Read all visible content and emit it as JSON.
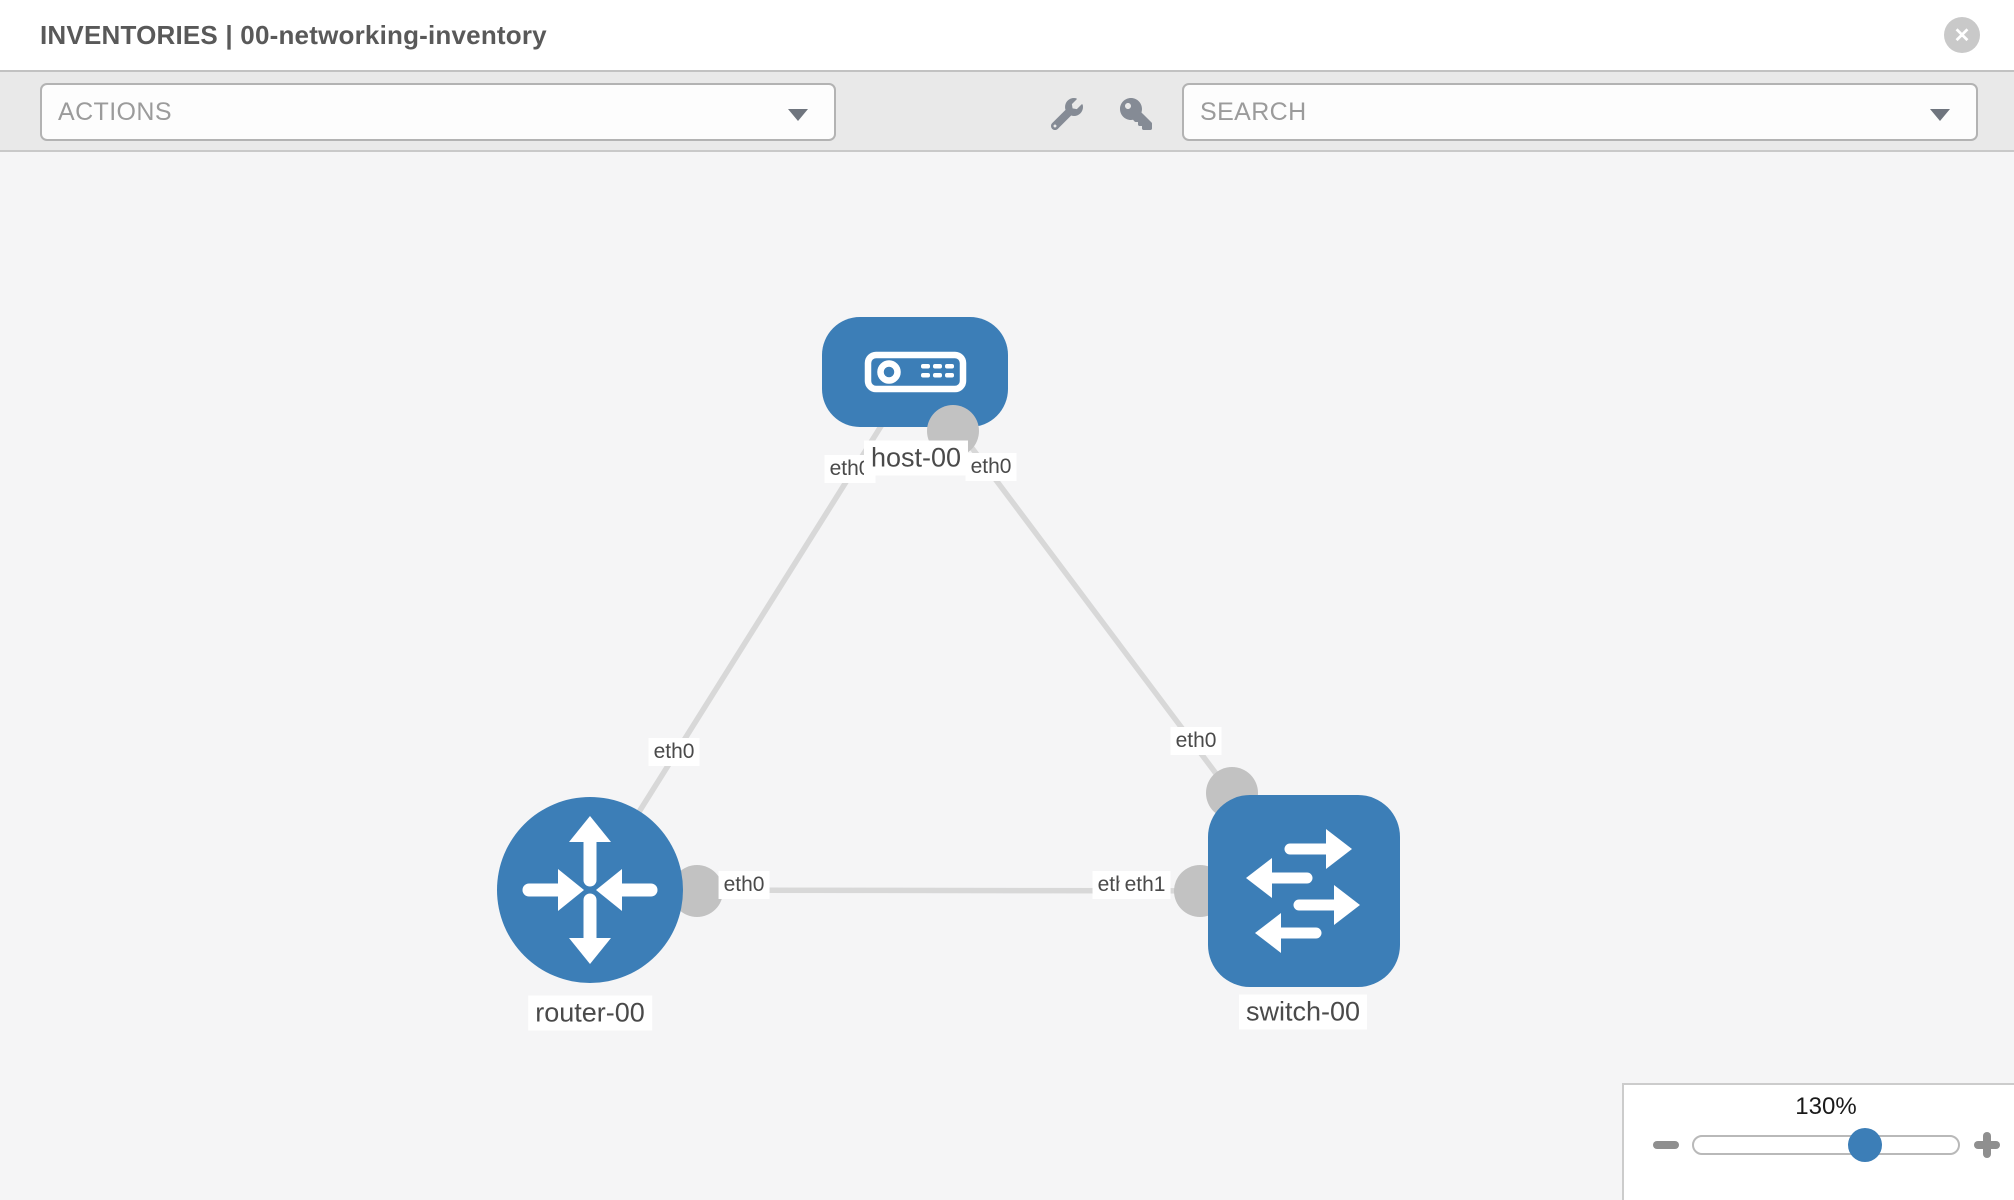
{
  "header": {
    "title": "INVENTORIES | 00-networking-inventory",
    "close_glyph": "✕"
  },
  "toolbar": {
    "actions_placeholder": "ACTIONS",
    "search_placeholder": "SEARCH",
    "icons": [
      "wrench-icon",
      "key-icon"
    ]
  },
  "topology": {
    "nodes": [
      {
        "id": "host-00",
        "label": "host-00",
        "type": "host"
      },
      {
        "id": "router-00",
        "label": "router-00",
        "type": "router"
      },
      {
        "id": "switch-00",
        "label": "switch-00",
        "type": "switch"
      }
    ],
    "links": [
      {
        "from": "host-00",
        "to": "router-00",
        "from_if": "eth0",
        "to_if": "eth0"
      },
      {
        "from": "host-00",
        "to": "switch-00",
        "from_if": "eth0",
        "to_if": "eth0"
      },
      {
        "from": "router-00",
        "to": "switch-00",
        "from_if": "eth0",
        "to_if": "eth1"
      }
    ],
    "iface_labels": [
      {
        "text": "eth0"
      },
      {
        "text": "eth0"
      },
      {
        "text": "eth0"
      },
      {
        "text": "eth0"
      },
      {
        "text": "eth0"
      },
      {
        "text": "eth0"
      },
      {
        "text": "eth1"
      }
    ]
  },
  "zoom": {
    "level": "130%",
    "minus_icon": "minus-icon",
    "plus_icon": "plus-icon"
  },
  "colors": {
    "node_blue": "#3c7eb7",
    "link_gray": "#d8d8d8",
    "interface_gray": "#c2c2c2",
    "toolbar_bg": "#e9e9e9",
    "canvas_bg": "#f5f5f6"
  }
}
